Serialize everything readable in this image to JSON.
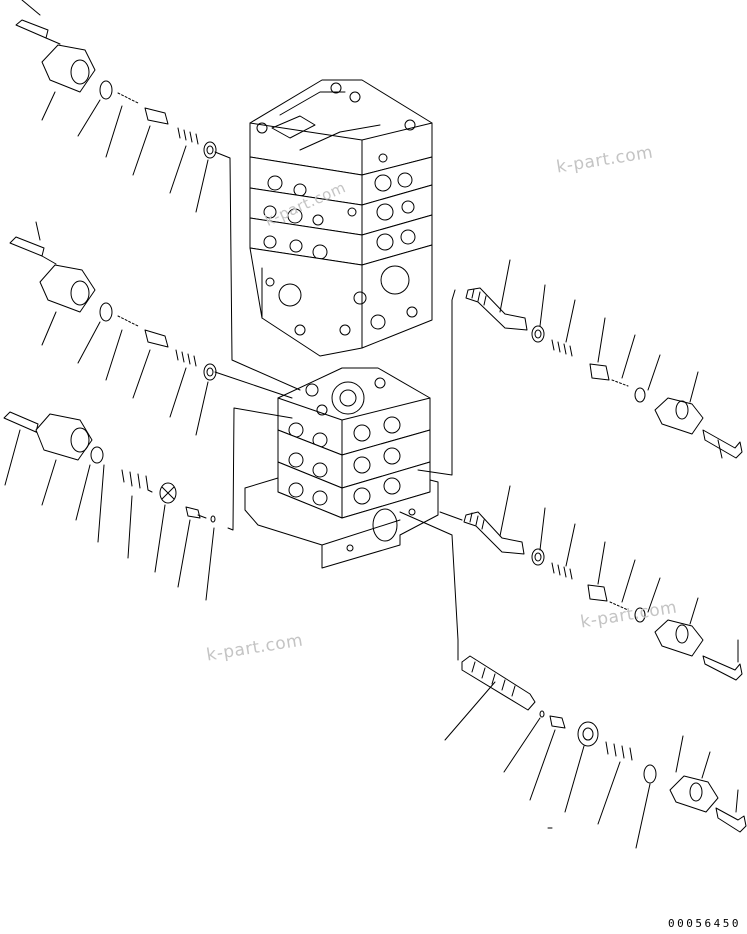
{
  "diagram": {
    "watermarks": [
      "k-part.com",
      "k-part.com",
      "k-part.com",
      "k-part.com"
    ],
    "document_number": "00056450",
    "line_color": "#000000",
    "watermark_color": "#c4c4c4"
  }
}
